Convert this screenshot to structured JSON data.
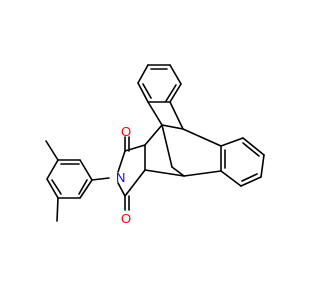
{
  "molecule": {
    "atoms": {
      "nitrogen": {
        "symbol": "N",
        "color": "#0000ff"
      },
      "oxygen_top": {
        "symbol": "O",
        "color": "#ff0000"
      },
      "oxygen_bottom": {
        "symbol": "O",
        "color": "#ff0000"
      }
    },
    "bond_color": "#000000",
    "background": "#ffffff"
  }
}
